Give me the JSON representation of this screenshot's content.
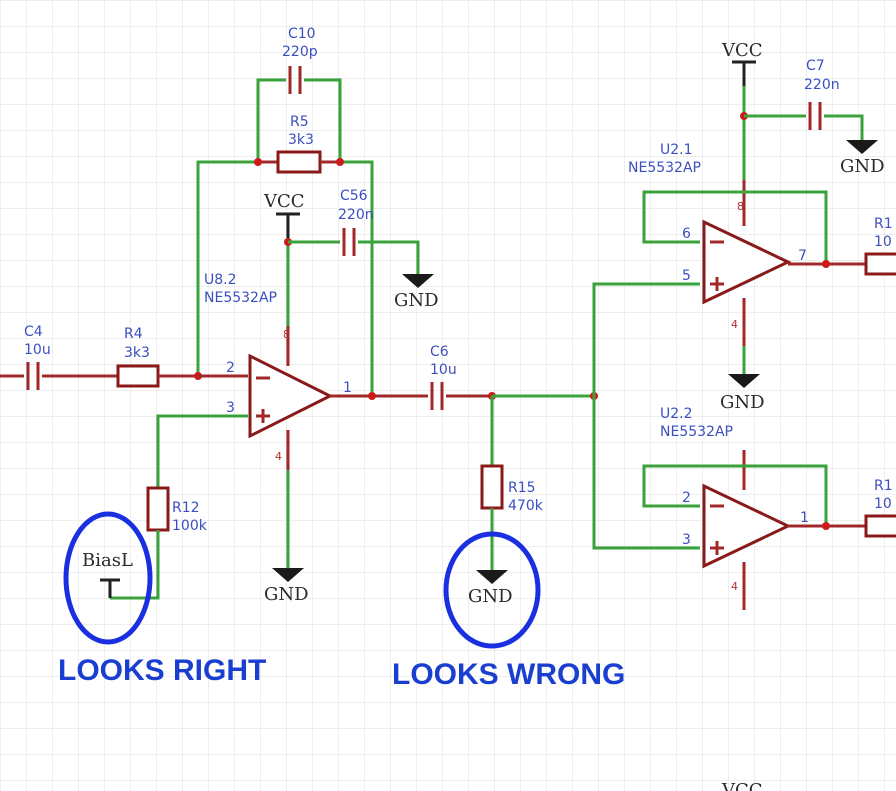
{
  "components": {
    "c10": {
      "ref": "C10",
      "value": "220p"
    },
    "r5": {
      "ref": "R5",
      "value": "3k3"
    },
    "c56": {
      "ref": "C56",
      "value": "220n"
    },
    "u82": {
      "ref": "U8.2",
      "part": "NE5532AP"
    },
    "c4": {
      "ref": "C4",
      "value": "10u"
    },
    "r4": {
      "ref": "R4",
      "value": "3k3"
    },
    "r12": {
      "ref": "R12",
      "value": "100k"
    },
    "c6": {
      "ref": "C6",
      "value": "10u"
    },
    "r15": {
      "ref": "R15",
      "value": "470k"
    },
    "c7": {
      "ref": "C7",
      "value": "220n"
    },
    "u21": {
      "ref": "U2.1",
      "part": "NE5532AP"
    },
    "u22": {
      "ref": "U2.2",
      "part": "NE5532AP"
    },
    "r_right_1": {
      "ref": "R1",
      "value": "10"
    },
    "r_right_2": {
      "ref": "R1",
      "value": "10"
    }
  },
  "pins": {
    "u82": {
      "inv": "2",
      "noninv": "3",
      "out": "1",
      "vneg": "4",
      "vpos": "8"
    },
    "u21": {
      "inv": "6",
      "noninv": "5",
      "out": "7",
      "vneg": "4",
      "vpos": "8"
    },
    "u22": {
      "inv": "2",
      "noninv": "3",
      "out": "1",
      "vneg": "4"
    }
  },
  "power": {
    "vcc": "VCC",
    "gnd": "GND",
    "bias": "BiasL"
  },
  "annotations": {
    "left": "LOOKS  RIGHT",
    "right": "LOOKS WRONG"
  },
  "colors": {
    "wire": "#3aa23a",
    "component": "#8a1a1a",
    "label": "#3a4fc0",
    "annotation": "#1a3fd0"
  }
}
